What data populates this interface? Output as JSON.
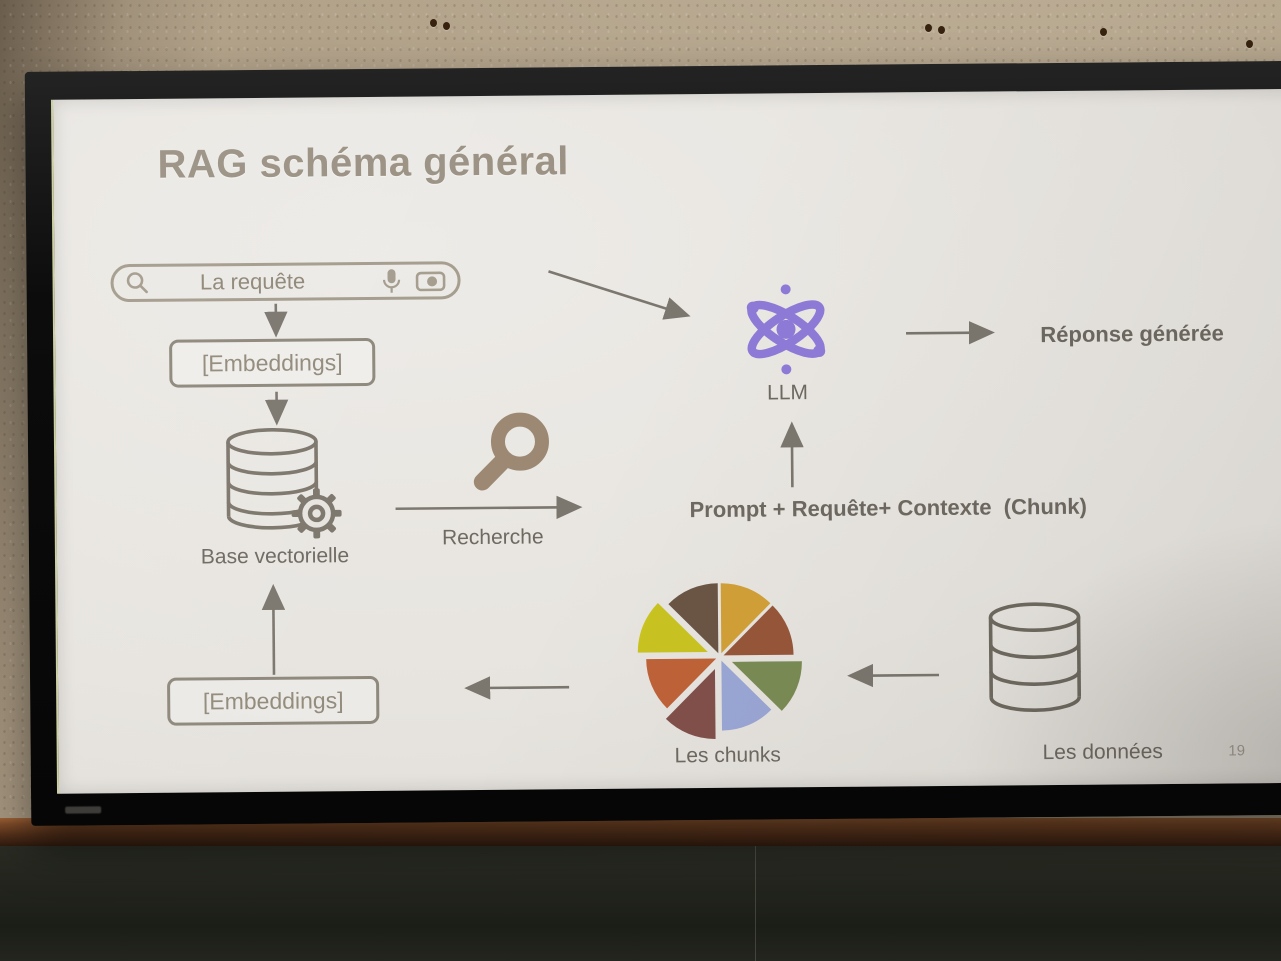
{
  "slide": {
    "title": "RAG schéma général",
    "search_bar": {
      "query": "La requête",
      "icons": [
        "search-icon",
        "microphone-icon",
        "camera-icon"
      ]
    },
    "nodes": {
      "embeddings_top": "[Embeddings]",
      "base_vectorielle": "Base vectorielle",
      "recherche": "Recherche",
      "llm": "LLM",
      "prompt_contexte": "Prompt + Requête+ Contexte  (Chunk)",
      "reponse_generee": "Réponse générée",
      "les_chunks": "Les chunks",
      "les_donnees": "Les données",
      "embeddings_bottom": "[Embeddings]"
    },
    "icons": {
      "base_vectorielle": "database-with-gear-icon",
      "recherche": "magnifier-icon",
      "llm": "atom-icon",
      "les_chunks": "pie-chart-icon",
      "les_donnees": "database-icon"
    },
    "page_number": "19",
    "colors": {
      "title": "#9a9183",
      "label": "#6e6961",
      "line": "#7b766e",
      "outline": "#8e887c",
      "llm_purple": "#8e7bd8",
      "magnifier_brown": "#9c8872",
      "pie_slices": [
        "#d2a038",
        "#97563a",
        "#7a8b54",
        "#9aa6d4",
        "#82504b",
        "#bf6238",
        "#c9c421",
        "#6b5544"
      ]
    }
  }
}
